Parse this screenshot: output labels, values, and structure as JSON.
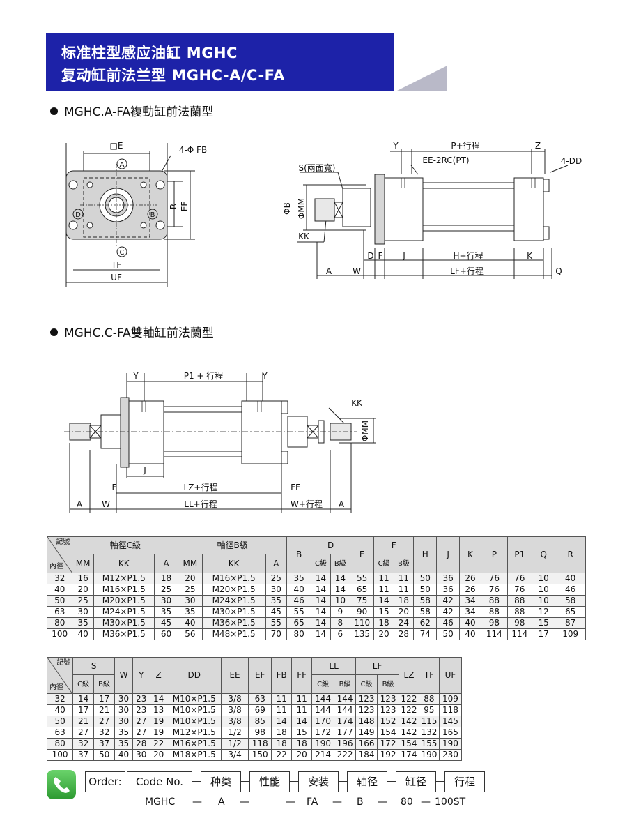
{
  "header": {
    "title_line1": "标准柱型感应油缸 MGHC",
    "title_line2": "复动缸前法兰型 MGHC-A/C-FA",
    "banner_color": "#1d22a8"
  },
  "section1": {
    "title": "MGHC.A-FA複動缸前法蘭型",
    "labels": {
      "E": "□E",
      "FB": "4-Φ FB",
      "A": "A",
      "B": "B",
      "C": "C",
      "D": "D",
      "R": "R",
      "EF": "EF",
      "TF": "TF",
      "UF": "UF",
      "Y": "Y",
      "P": "P+行程",
      "Z": "Z",
      "EE": "EE-2RC(PT)",
      "DD": "4-DD",
      "S": "S(兩面寬)",
      "PhiB": "ΦB",
      "PhiMM": "ΦMM",
      "KK": "KK",
      "Dd": "D",
      "F": "F",
      "J": "J",
      "H": "H+行程",
      "K": "K",
      "Aw": "A",
      "W": "W",
      "LF": "LF+行程",
      "Q": "Q"
    }
  },
  "section2": {
    "title": "MGHC.C-FA雙軸缸前法蘭型",
    "labels": {
      "Y1": "Y",
      "P1": "P1 + 行程",
      "Y2": "Y",
      "KK": "KK",
      "PhiMM": "ΦMM",
      "J": "J",
      "F": "F",
      "LZ": "LZ+行程",
      "FF": "FF",
      "A1": "A",
      "W": "W",
      "LL": "LL+行程",
      "W2": "W+行程",
      "A2": "A"
    }
  },
  "table1": {
    "corner_top": "記號",
    "corner_bottom": "內徑",
    "groups": {
      "c_shaft": "軸徑C級",
      "b_shaft": "軸徑B級",
      "B": "B",
      "D": "D",
      "E": "E",
      "F": "F",
      "H": "H",
      "J": "J",
      "K": "K",
      "P": "P",
      "P1": "P1",
      "Q": "Q",
      "R": "R"
    },
    "sub": {
      "mm1": "MM",
      "kk1": "KK",
      "a1": "A",
      "mm2": "MM",
      "kk2": "KK",
      "a2": "A",
      "dc": "C級",
      "db": "B級",
      "fc": "C級",
      "fb": "B級"
    },
    "rows": [
      [
        "32",
        "16",
        "M12×P1.5",
        "18",
        "20",
        "M16×P1.5",
        "25",
        "35",
        "14",
        "14",
        "55",
        "11",
        "11",
        "50",
        "36",
        "26",
        "76",
        "76",
        "10",
        "40"
      ],
      [
        "40",
        "20",
        "M16×P1.5",
        "25",
        "25",
        "M20×P1.5",
        "30",
        "40",
        "14",
        "14",
        "65",
        "11",
        "11",
        "50",
        "36",
        "26",
        "76",
        "76",
        "10",
        "46"
      ],
      [
        "50",
        "25",
        "M20×P1.5",
        "30",
        "30",
        "M24×P1.5",
        "35",
        "46",
        "14",
        "10",
        "75",
        "14",
        "18",
        "58",
        "42",
        "34",
        "88",
        "88",
        "10",
        "58"
      ],
      [
        "63",
        "30",
        "M24×P1.5",
        "35",
        "35",
        "M30×P1.5",
        "45",
        "55",
        "14",
        "9",
        "90",
        "15",
        "20",
        "58",
        "42",
        "34",
        "88",
        "88",
        "12",
        "65"
      ],
      [
        "80",
        "35",
        "M30×P1.5",
        "45",
        "40",
        "M36×P1.5",
        "55",
        "65",
        "14",
        "8",
        "110",
        "18",
        "24",
        "62",
        "46",
        "40",
        "98",
        "98",
        "15",
        "87"
      ],
      [
        "100",
        "40",
        "M36×P1.5",
        "60",
        "56",
        "M48×P1.5",
        "70",
        "80",
        "14",
        "6",
        "135",
        "20",
        "28",
        "74",
        "50",
        "40",
        "114",
        "114",
        "17",
        "109"
      ]
    ]
  },
  "table2": {
    "corner_top": "記號",
    "corner_bottom": "內徑",
    "groups": {
      "S": "S",
      "W": "W",
      "Y": "Y",
      "Z": "Z",
      "DD": "DD",
      "EE": "EE",
      "EF": "EF",
      "FB": "FB",
      "FF": "FF",
      "LL": "LL",
      "LF": "LF",
      "LZ": "LZ",
      "TF": "TF",
      "UF": "UF"
    },
    "sub": {
      "sc": "C級",
      "sb": "B級",
      "llc": "C級",
      "llb": "B級",
      "lfc": "C級",
      "lfb": "B級"
    },
    "rows": [
      [
        "32",
        "14",
        "17",
        "30",
        "23",
        "14",
        "M10×P1.5",
        "3/8",
        "63",
        "11",
        "11",
        "144",
        "144",
        "123",
        "123",
        "122",
        "88",
        "109"
      ],
      [
        "40",
        "17",
        "21",
        "30",
        "23",
        "13",
        "M10×P1.5",
        "3/8",
        "69",
        "11",
        "11",
        "144",
        "144",
        "123",
        "123",
        "122",
        "95",
        "118"
      ],
      [
        "50",
        "21",
        "27",
        "30",
        "27",
        "19",
        "M10×P1.5",
        "3/8",
        "85",
        "14",
        "14",
        "170",
        "174",
        "148",
        "152",
        "142",
        "115",
        "145"
      ],
      [
        "63",
        "27",
        "32",
        "35",
        "27",
        "19",
        "M12×P1.5",
        "1/2",
        "98",
        "18",
        "15",
        "172",
        "177",
        "149",
        "154",
        "142",
        "132",
        "165"
      ],
      [
        "80",
        "32",
        "37",
        "35",
        "28",
        "22",
        "M16×P1.5",
        "1/2",
        "118",
        "18",
        "18",
        "190",
        "196",
        "166",
        "172",
        "154",
        "155",
        "190"
      ],
      [
        "100",
        "37",
        "50",
        "40",
        "30",
        "20",
        "M18×P1.5",
        "3/4",
        "150",
        "22",
        "20",
        "214",
        "222",
        "184",
        "192",
        "174",
        "190",
        "230"
      ]
    ]
  },
  "order": {
    "label": "Order:",
    "boxes": [
      "Code No.",
      "种类",
      "性能",
      "安装",
      "轴径",
      "缸径",
      "行程"
    ],
    "values": [
      "MGHC",
      "A",
      "",
      "FA",
      "B",
      "80",
      "100ST"
    ]
  }
}
